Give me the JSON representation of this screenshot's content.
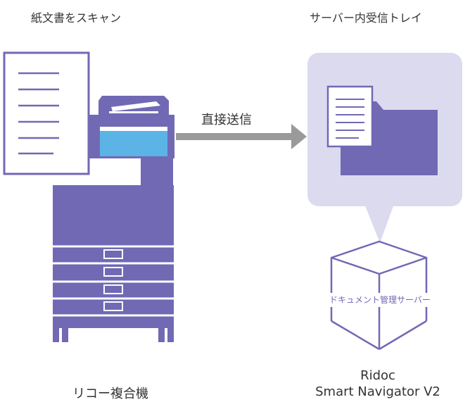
{
  "labels": {
    "scan": "紙文書をスキャン",
    "inbox": "サーバー内受信トレイ",
    "direct_send": "直接送信",
    "server_box": "ドキュメント管理サーバー",
    "mfp": "リコー複合機",
    "product_line1": "Ridoc",
    "product_line2": "Smart Navigator V2"
  },
  "colors": {
    "purple": "#7169b4",
    "light_purple": "#dcdaee",
    "blue_panel": "#5bb3e6",
    "arrow_gray": "#9a9a9a",
    "text": "#333333",
    "line_purple": "#7169b4"
  }
}
